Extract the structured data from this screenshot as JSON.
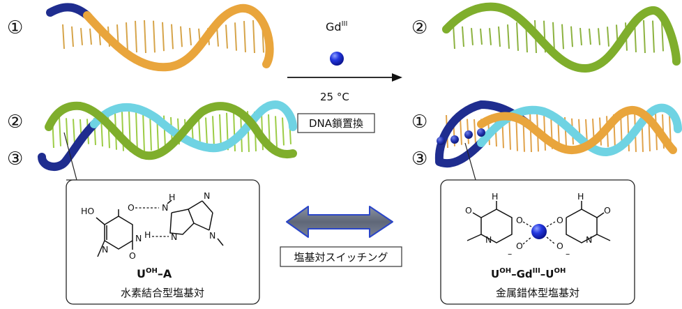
{
  "strand_labels": {
    "top_left": "①",
    "top_right": "②",
    "mid_left_a": "②",
    "mid_left_b": "③",
    "mid_right_a": "①",
    "mid_right_b": "③"
  },
  "reaction": {
    "metal": "Gd",
    "metal_superscript": "III",
    "temperature": "25 °C",
    "process_label": "DNA鎖置換"
  },
  "switching_label": "塩基対スイッチング",
  "left_box": {
    "pair_base": "U",
    "pair_superscript": "OH",
    "pair_suffix": "–A",
    "caption": "水素結合型塩基対",
    "atoms": {
      "HO": "HO",
      "O": "O",
      "N": "N",
      "H": "H"
    }
  },
  "right_box": {
    "pair_base": "U",
    "pair_sup1": "OH",
    "pair_mid": "–Gd",
    "pair_sup2": "III",
    "pair_mid2": "–U",
    "pair_sup3": "OH",
    "caption": "金属錯体型塩基対",
    "atoms": {
      "O": "O",
      "N": "N",
      "H": "H",
      "minus": "–"
    }
  },
  "colors": {
    "strand1_dark": "#1f2d8f",
    "strand1_orange": "#e9a53c",
    "strand2_green": "#7fae2c",
    "strand3_cyan": "#6fd3e3",
    "gd_ball": "#1d2fd6",
    "arrow_fill": "#6d7585",
    "arrow_edge": "#2a45c8"
  },
  "icons": [
    "gd-ion-icon",
    "reaction-arrow-icon",
    "double-arrow-icon"
  ]
}
